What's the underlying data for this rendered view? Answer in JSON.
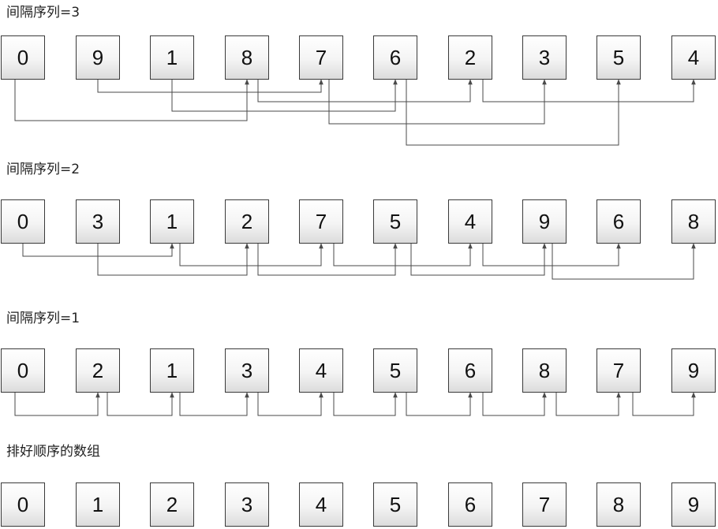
{
  "stages": [
    {
      "title": "间隔序列=3",
      "values": [
        "0",
        "9",
        "1",
        "8",
        "7",
        "6",
        "2",
        "3",
        "5",
        "4"
      ]
    },
    {
      "title": "间隔序列=2",
      "values": [
        "0",
        "3",
        "1",
        "2",
        "7",
        "5",
        "4",
        "9",
        "6",
        "8"
      ]
    },
    {
      "title": "间隔序列=1",
      "values": [
        "0",
        "2",
        "1",
        "3",
        "4",
        "5",
        "6",
        "8",
        "7",
        "9"
      ]
    },
    {
      "title": "排好顺序的数组",
      "values": [
        "0",
        "1",
        "2",
        "3",
        "4",
        "5",
        "6",
        "7",
        "8",
        "9"
      ]
    }
  ],
  "colors": {
    "line": "#4a4a4a",
    "box_border": "#3a3a3a",
    "text": "#111111"
  }
}
